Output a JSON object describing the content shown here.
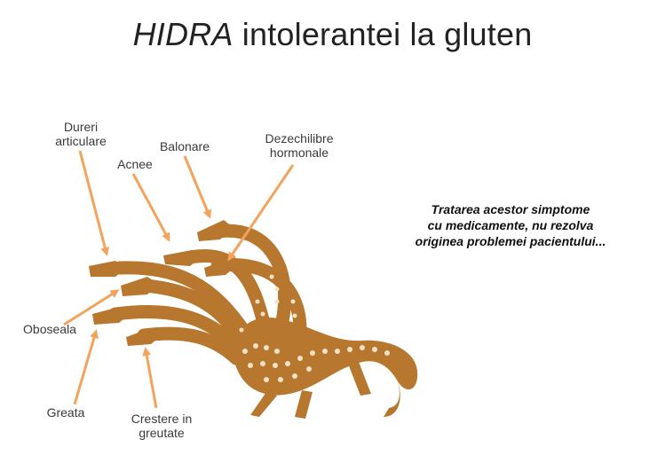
{
  "title": {
    "emphasis": "HIDRA",
    "rest": "intolerantei la gluten"
  },
  "labels": [
    {
      "id": "dureri",
      "lines": [
        "Dureri",
        "articulare"
      ]
    },
    {
      "id": "acnee",
      "lines": [
        "Acnee"
      ]
    },
    {
      "id": "balonare",
      "lines": [
        "Balonare"
      ]
    },
    {
      "id": "dezechilibre",
      "lines": [
        "Dezechilibre",
        "hormonale"
      ]
    },
    {
      "id": "oboseala",
      "lines": [
        "Oboseala"
      ]
    },
    {
      "id": "greata",
      "lines": [
        "Greata"
      ]
    },
    {
      "id": "crestere",
      "lines": [
        "Crestere in",
        "greutate"
      ]
    }
  ],
  "note": {
    "lines": [
      "Tratarea acestor simptome",
      "cu medicamente, nu rezolva",
      "originea problemei pacientului..."
    ]
  },
  "colors": {
    "hydra": "#b8772e",
    "hydra_dark": "#8f5720",
    "arrow": "#f5a35c",
    "pattern": "#f4e2c8"
  },
  "icons": {
    "creature": "hydra-illustration",
    "pointer": "arrow-icon"
  }
}
